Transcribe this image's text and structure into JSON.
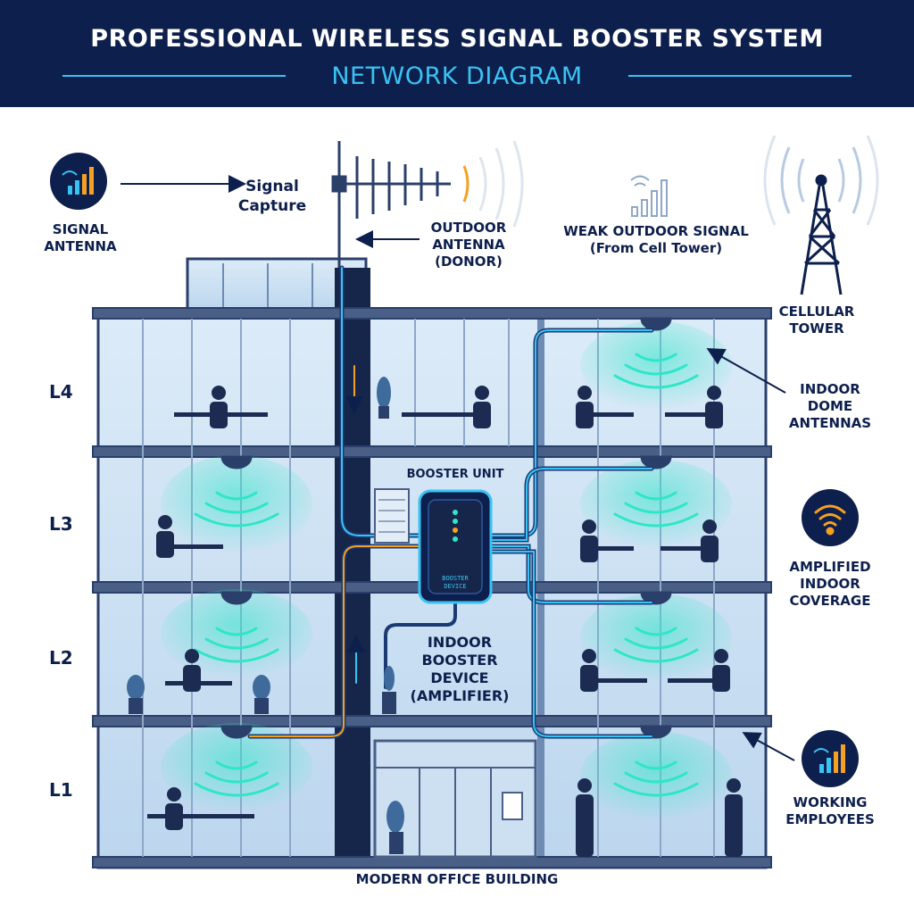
{
  "header": {
    "title": "PROFESSIONAL WIRELESS SIGNAL BOOSTER SYSTEM",
    "subtitle": "NETWORK DIAGRAM"
  },
  "labels": {
    "signal_antenna": [
      "SIGNAL",
      "ANTENNA"
    ],
    "signal_capture": [
      "Signal",
      "Capture"
    ],
    "outdoor_antenna": [
      "OUTDOOR",
      "ANTENNA",
      "(DONOR)"
    ],
    "weak_signal": "WEAK OUTDOOR SIGNAL",
    "weak_signal_sub": "(From Cell Tower)",
    "cellular_tower": [
      "CELLULAR",
      "TOWER"
    ],
    "indoor_dome": [
      "INDOOR",
      "DOME",
      "ANTENNAS"
    ],
    "booster_unit": "BOOSTER UNIT",
    "booster_device_text": [
      "BOOSTER",
      "DEVICE"
    ],
    "amplified": [
      "AMPLIFIED",
      "INDOOR",
      "COVERAGE"
    ],
    "indoor_booster": [
      "INDOOR",
      "BOOSTER",
      "DEVICE",
      "(AMPLIFIER)"
    ],
    "working_employees": [
      "WORKING",
      "EMPLOYEES"
    ],
    "building": "MODERN OFFICE BUILDING"
  },
  "levels": [
    "L4",
    "L3",
    "L2",
    "L1"
  ],
  "colors": {
    "navy": "#0d1f4c",
    "accent": "#39c3f4",
    "glow": "#2ee6c8",
    "orange": "#f5a023",
    "glass": "#cfe3f5"
  }
}
